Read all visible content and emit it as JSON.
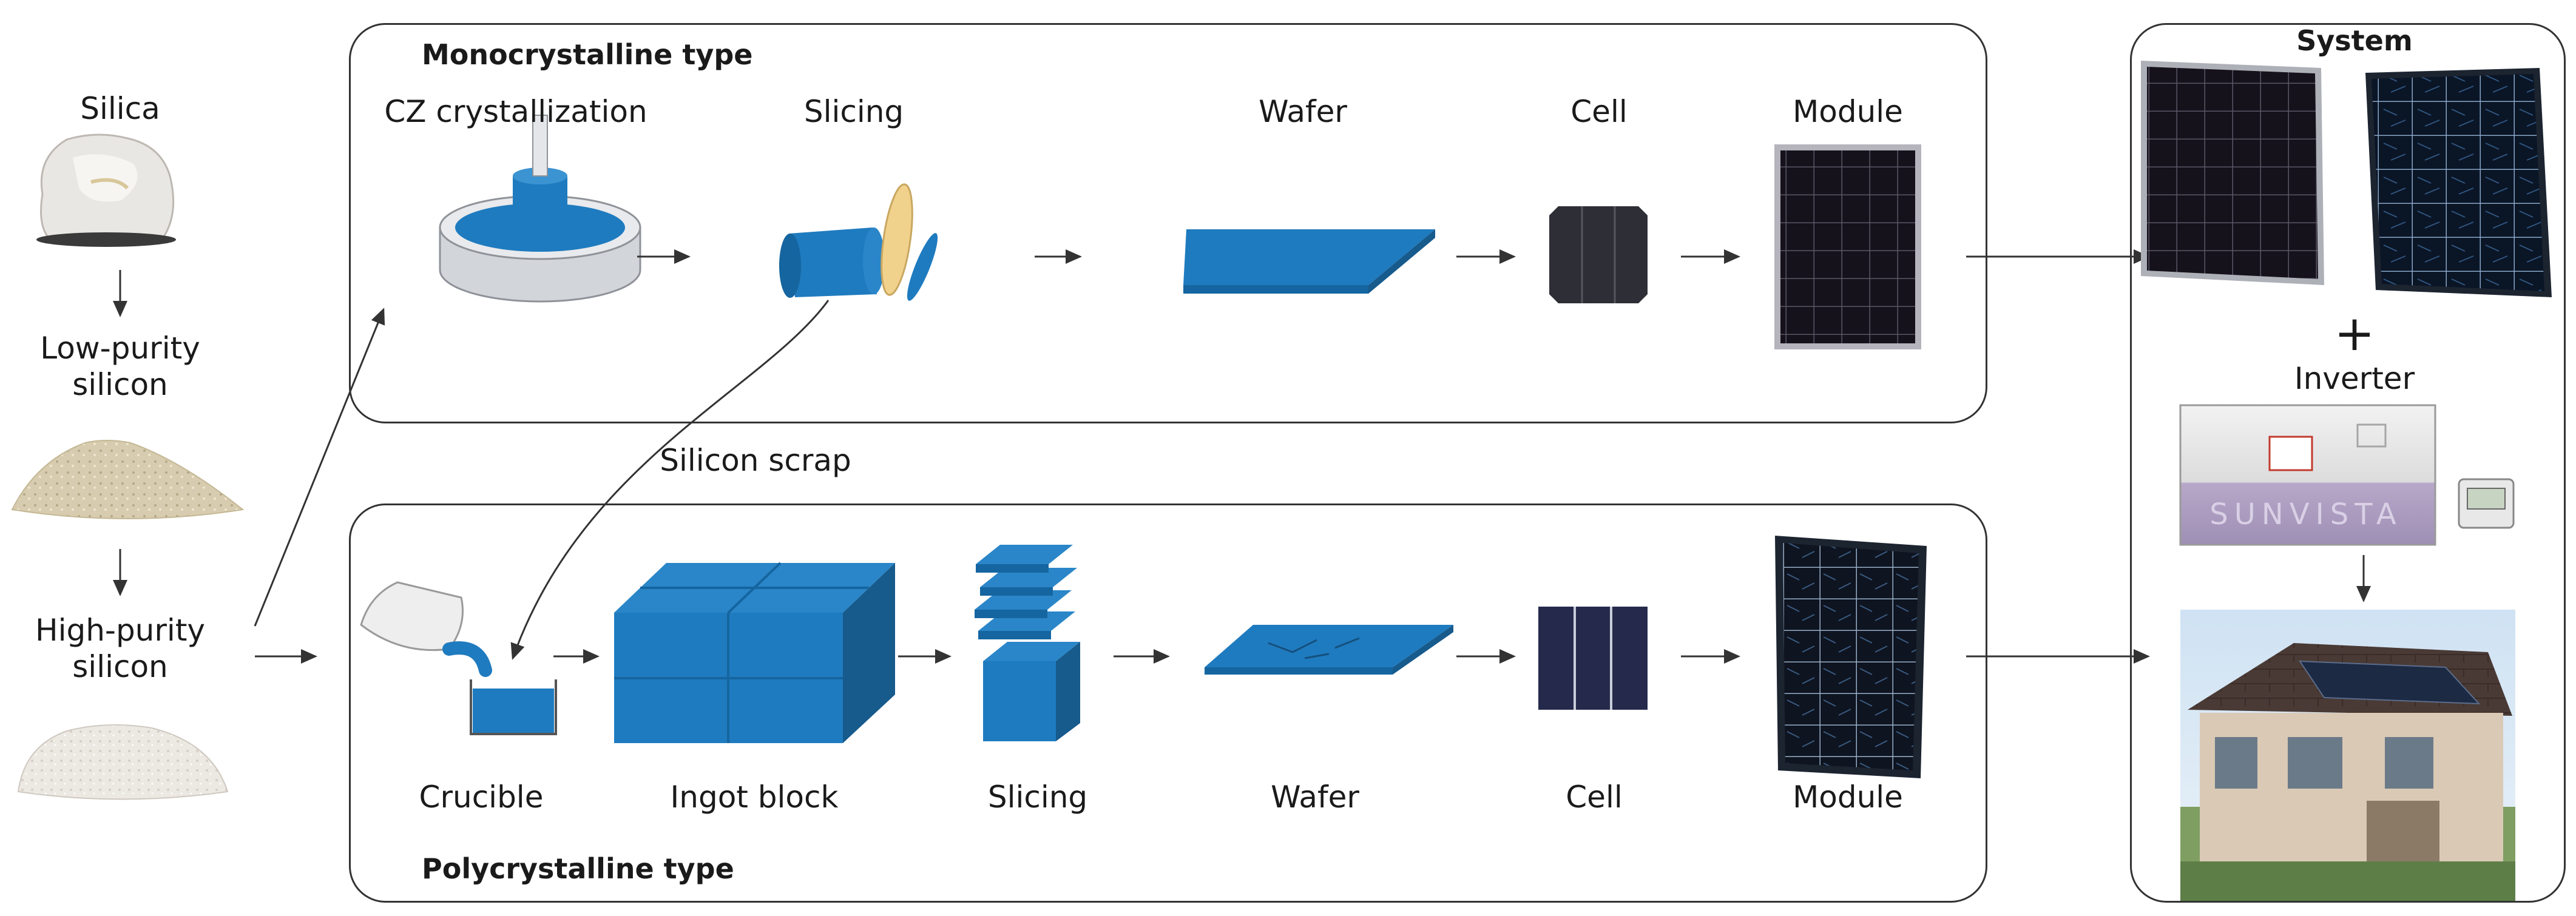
{
  "raw_materials": {
    "silica": "Silica",
    "low_purity": [
      "Low-purity",
      "silicon"
    ],
    "high_purity": [
      "High-purity",
      "silicon"
    ]
  },
  "mono": {
    "title": "Monocrystalline type",
    "steps": [
      "CZ crystallization",
      "Slicing",
      "Wafer",
      "Cell",
      "Module"
    ]
  },
  "poly": {
    "title": "Polycrystalline type",
    "steps": [
      "Crucible",
      "Ingot block",
      "Slicing",
      "Wafer",
      "Cell",
      "Module"
    ]
  },
  "scrap_label": "Silicon scrap",
  "system": {
    "title": "System",
    "plus": "+",
    "inverter": "Inverter",
    "inverter_brand": "SUNVISTA"
  },
  "colors": {
    "silicon_blue": "#1f7bbf",
    "silicon_dark": "#1565a0",
    "cell_dark": "#2e2e36",
    "mono_module": "#16131c",
    "poly_cell": "#252a4c"
  }
}
